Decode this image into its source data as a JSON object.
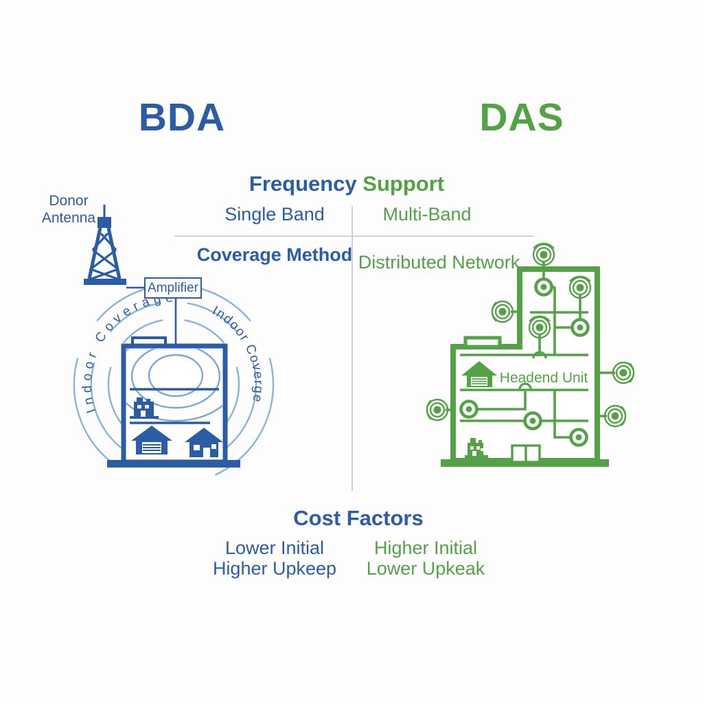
{
  "colors": {
    "blue": "#2B5CA6",
    "green": "#53A246",
    "wave_blue": "#8AB3DA",
    "ellipse_blue": "#7BA7D2",
    "divider_gray": "#C5C5C5",
    "background": "#FDFDFD"
  },
  "titles": {
    "bda": "BDA",
    "das": "DAS"
  },
  "frequency_section": {
    "heading_part1": "Frequency",
    "heading_part2": "Support",
    "bda_value": "Single Band",
    "das_value": "Multi-Band"
  },
  "coverage_section": {
    "bda_heading": "Coverage Method",
    "das_value": "Distributed Network"
  },
  "cost_section": {
    "heading": "Cost Factors",
    "bda_line1": "Lower Initial",
    "bda_line2": "Higher Upkeep",
    "das_line1": "Higher Initial",
    "das_line2": "Lower Upkeak"
  },
  "bda_diagram": {
    "donor_label_line1": "Donor",
    "donor_label_line2": "Antenna",
    "amplifier_label": "Amplifier",
    "indoor_left_label": "Indoor Coverage",
    "indoor_right_label": "Indoor Coverge"
  },
  "das_diagram": {
    "headend_label": "Headend Unit"
  },
  "icons": [
    "donor-antenna-tower-icon",
    "amplifier-box",
    "bda-building-icon",
    "office-building-icon",
    "garage-house-icon",
    "house-icon",
    "coverage-wave-icon",
    "signal-ellipse-icon",
    "das-building-icon",
    "wifi-signal-icon",
    "antenna-node-icon",
    "door-icon"
  ]
}
